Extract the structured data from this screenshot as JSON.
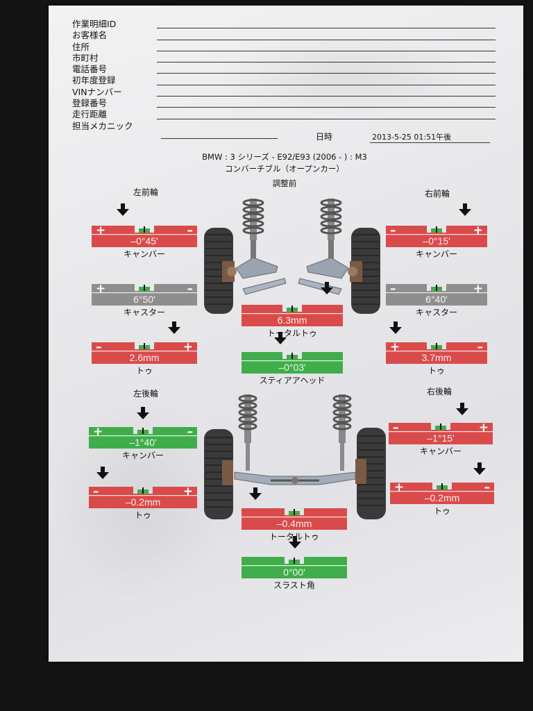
{
  "form": {
    "fields": [
      "作業明細ID",
      "お客様名",
      "住所",
      "市町村",
      "電話番号",
      "初年度登録",
      "VINナンバー",
      "登録番号",
      "走行距離",
      "担当メカニック"
    ],
    "date_label": "日時",
    "date_value": "2013-5-25 01:51午後"
  },
  "vehicle": {
    "line1": "BMW : 3 シリーズ - E92/E93 (2006 -    ) : M3",
    "line2": "コンバーチブル（オープンカー）",
    "status": "調整前"
  },
  "sections": {
    "front_left": "左前輪",
    "front_right": "右前輪",
    "rear_left": "左後輪",
    "rear_right": "右後輪"
  },
  "front": {
    "left_camber": {
      "value": "–0°45'",
      "caption": "キャンバー",
      "color": "#d94b4b",
      "left_sign": "+",
      "right_sign": "–"
    },
    "right_camber": {
      "value": "–0°15'",
      "caption": "キャンバー",
      "color": "#d94b4b",
      "left_sign": "–",
      "right_sign": "+"
    },
    "left_caster": {
      "value": "6°50'",
      "caption": "キャスター",
      "color": "#8e8e8e",
      "left_sign": "+",
      "right_sign": "–"
    },
    "right_caster": {
      "value": "6°40'",
      "caption": "キャスター",
      "color": "#8e8e8e",
      "left_sign": "–",
      "right_sign": "+"
    },
    "total_toe": {
      "value": "6.3mm",
      "caption": "トータルトゥ",
      "color": "#d94b4b"
    },
    "left_toe": {
      "value": "2.6mm",
      "caption": "トゥ",
      "color": "#d94b4b",
      "left_sign": "–",
      "right_sign": "+"
    },
    "right_toe": {
      "value": "3.7mm",
      "caption": "トゥ",
      "color": "#d94b4b",
      "left_sign": "+",
      "right_sign": "–"
    },
    "steer_ahead": {
      "value": "–0°03'",
      "caption": "スティアアヘッド",
      "color": "#3fae4a"
    }
  },
  "rear": {
    "left_camber": {
      "value": "–1°40'",
      "caption": "キャンバー",
      "color": "#3fae4a",
      "left_sign": "+",
      "right_sign": "–"
    },
    "right_camber": {
      "value": "–1°15'",
      "caption": "キャンバー",
      "color": "#d94b4b",
      "left_sign": "–",
      "right_sign": "+"
    },
    "left_toe": {
      "value": "–0.2mm",
      "caption": "トゥ",
      "color": "#d94b4b",
      "left_sign": "–",
      "right_sign": "+"
    },
    "right_toe": {
      "value": "–0.2mm",
      "caption": "トゥ",
      "color": "#d94b4b",
      "left_sign": "+",
      "right_sign": "–"
    },
    "total_toe": {
      "value": "–0.4mm",
      "caption": "トータルトゥ",
      "color": "#d94b4b"
    },
    "thrust_angle": {
      "value": "0°00'",
      "caption": "スラスト角",
      "color": "#3fae4a"
    }
  }
}
